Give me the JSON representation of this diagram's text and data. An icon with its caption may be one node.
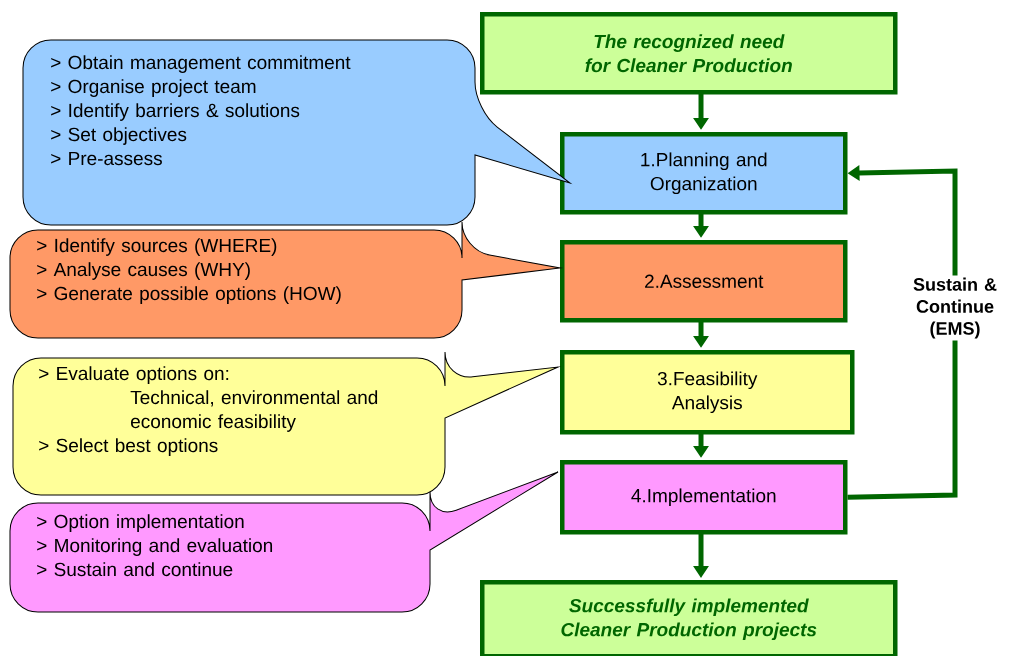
{
  "diagram": {
    "nodes": [
      {
        "text": [
          "The recognized need for Cleaner Production"
        ]
      },
      {
        "text": [
          "1.Planning and Organization"
        ]
      },
      {
        "text": [
          "2.Assessment"
        ]
      },
      {
        "text": [
          "3.Feasibility Analysis"
        ]
      },
      {
        "text": [
          "4.Implementation"
        ]
      },
      {
        "text": [
          "Successfully implemented Cleaner Production projects"
        ]
      },
      {
        "text": [
          "> Obtain management commitment",
          "> Organise project team",
          "> Identify barriers & solutions",
          "> Set objectives",
          "> Pre-assess"
        ]
      },
      {
        "text": [
          "> Identify sources (WHERE)",
          "> Analyse causes (WHY)",
          "> Generate possible options (HOW)"
        ]
      },
      {
        "text": [
          "> Evaluate options on:",
          "Technical, environmental and economic feasibility",
          "> Select best options"
        ]
      },
      {
        "text": [
          "> Option implementation",
          "> Monitoring and evaluation",
          "> Sustain and continue"
        ]
      }
    ],
    "edges": [
      {
        "from": 0,
        "to": 1,
        "arrow": "to"
      },
      {
        "from": 1,
        "to": 2,
        "arrow": "to"
      },
      {
        "from": 2,
        "to": 3,
        "arrow": "to"
      },
      {
        "from": 3,
        "to": 4,
        "arrow": "to"
      },
      {
        "from": 4,
        "to": 5,
        "arrow": "to"
      },
      {
        "from": 4,
        "to": 1,
        "arrow": "to",
        "label": "Sustain & Continue (EMS)"
      }
    ]
  }
}
